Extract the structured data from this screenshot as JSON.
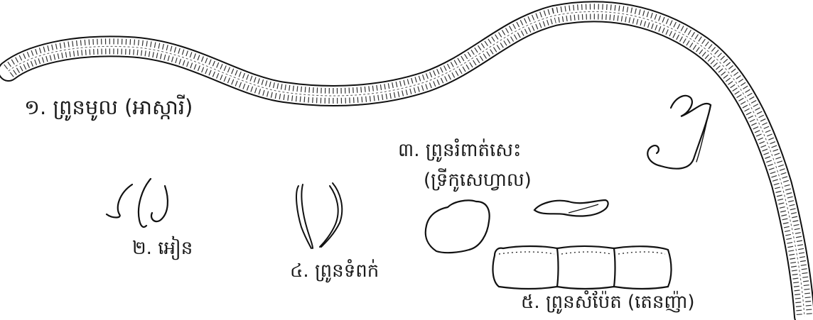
{
  "labels": {
    "roundworm": "១. ព្រូនមូល (អាស្ការី)",
    "tapeworm_line1": "៣. ព្រូនរំពាត់សេះ",
    "tapeworm_line2": "(ទ្រីកូសេហ្វាល)",
    "hookworm": "២. អៀន",
    "pinworm": "៤. ព្រូនទំពក់",
    "threadworm": "៥. ព្រូនសំប៉ែត (តេនញ៉ា)"
  }
}
